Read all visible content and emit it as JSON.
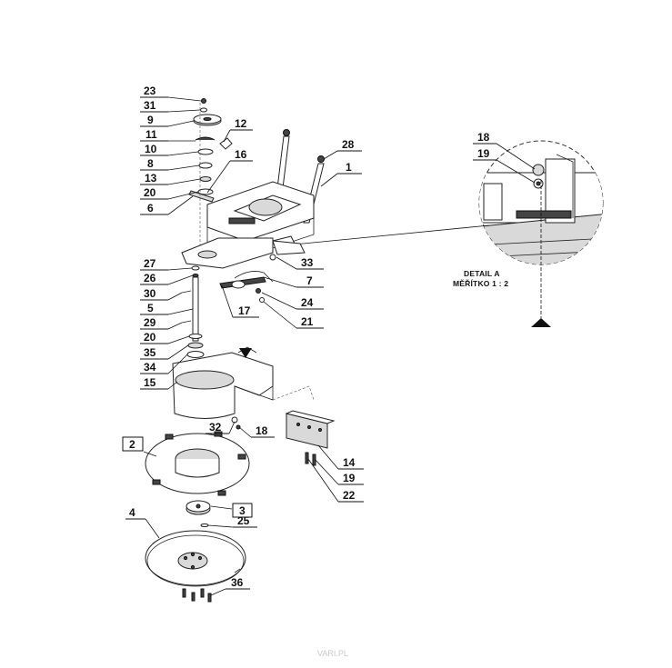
{
  "callouts": [
    {
      "id": "c23",
      "label": "23"
    },
    {
      "id": "c31",
      "label": "31"
    },
    {
      "id": "c9",
      "label": "9"
    },
    {
      "id": "c11",
      "label": "11"
    },
    {
      "id": "c10",
      "label": "10"
    },
    {
      "id": "c8",
      "label": "8"
    },
    {
      "id": "c13",
      "label": "13"
    },
    {
      "id": "c20a",
      "label": "20"
    },
    {
      "id": "c6",
      "label": "6"
    },
    {
      "id": "c12",
      "label": "12"
    },
    {
      "id": "c16",
      "label": "16"
    },
    {
      "id": "c28",
      "label": "28"
    },
    {
      "id": "c1",
      "label": "1"
    },
    {
      "id": "c27",
      "label": "27"
    },
    {
      "id": "c26",
      "label": "26"
    },
    {
      "id": "c30",
      "label": "30"
    },
    {
      "id": "c5",
      "label": "5"
    },
    {
      "id": "c29",
      "label": "29"
    },
    {
      "id": "c20b",
      "label": "20"
    },
    {
      "id": "c35",
      "label": "35"
    },
    {
      "id": "c34",
      "label": "34"
    },
    {
      "id": "c15",
      "label": "15"
    },
    {
      "id": "c33",
      "label": "33"
    },
    {
      "id": "c7",
      "label": "7"
    },
    {
      "id": "c24",
      "label": "24"
    },
    {
      "id": "c17",
      "label": "17"
    },
    {
      "id": "c21",
      "label": "21"
    },
    {
      "id": "c32",
      "label": "32"
    },
    {
      "id": "c18a",
      "label": "18"
    },
    {
      "id": "c14",
      "label": "14"
    },
    {
      "id": "c19a",
      "label": "19"
    },
    {
      "id": "c22",
      "label": "22"
    },
    {
      "id": "c2",
      "label": "2"
    },
    {
      "id": "c3",
      "label": "3"
    },
    {
      "id": "c25",
      "label": "25"
    },
    {
      "id": "c4",
      "label": "4"
    },
    {
      "id": "c36",
      "label": "36"
    },
    {
      "id": "c18b",
      "label": "18"
    },
    {
      "id": "c19b",
      "label": "19"
    }
  ],
  "detail": {
    "title": "DETAIL A",
    "scale": "MĚŘÍTKO 1 : 2"
  },
  "watermark": "VARI.PL"
}
